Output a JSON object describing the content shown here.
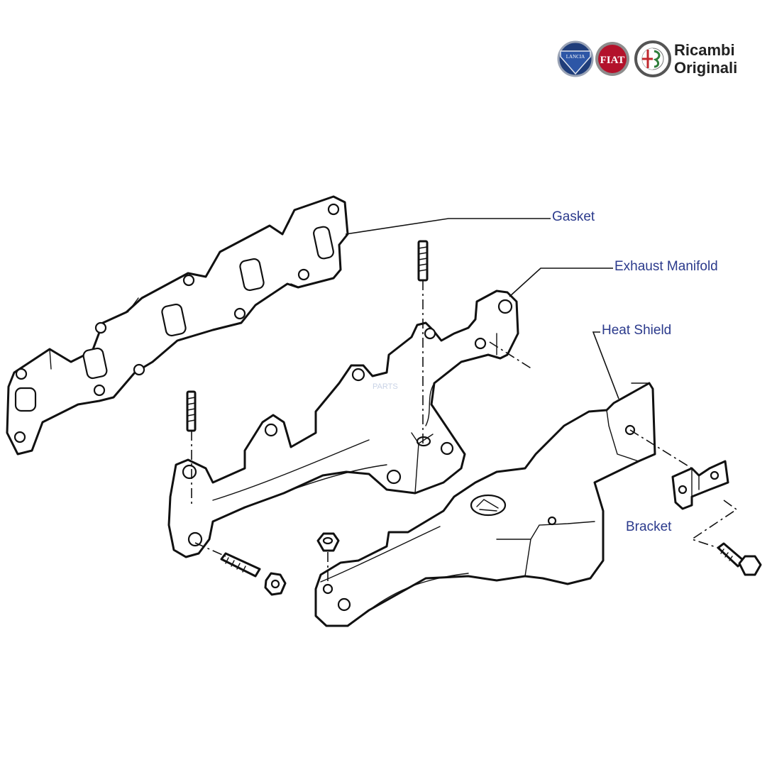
{
  "brand": {
    "line1": "Ricambi",
    "line2": "Originali",
    "logos": [
      {
        "icon": "lancia-logo-icon",
        "color": "#1f3d7a",
        "text": "LANCIA"
      },
      {
        "icon": "fiat-logo-icon",
        "color": "#b3122b",
        "text": "FIAT"
      },
      {
        "icon": "alfa-romeo-logo-icon",
        "color": "#2e7d3a"
      }
    ]
  },
  "labels": {
    "gasket": "Gasket",
    "exhaust_manifold": "Exhaust Manifold",
    "heat_shield": "Heat Shield",
    "bracket": "Bracket"
  },
  "colors": {
    "label_text": "#2b3a8c",
    "line_art": "#111111"
  }
}
